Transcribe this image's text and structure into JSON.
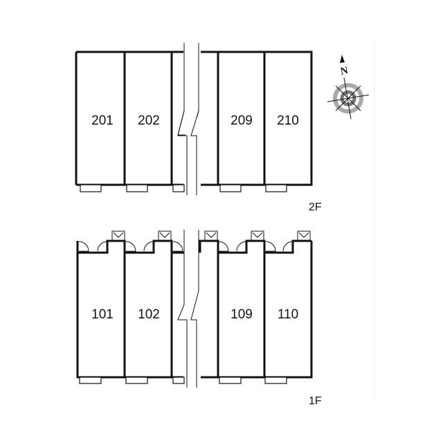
{
  "floors": [
    {
      "label": "2F",
      "units": [
        "201",
        "202",
        "209",
        "210"
      ]
    },
    {
      "label": "1F",
      "units": [
        "101",
        "102",
        "109",
        "110"
      ]
    }
  ],
  "compass": {
    "north_label": "N"
  }
}
